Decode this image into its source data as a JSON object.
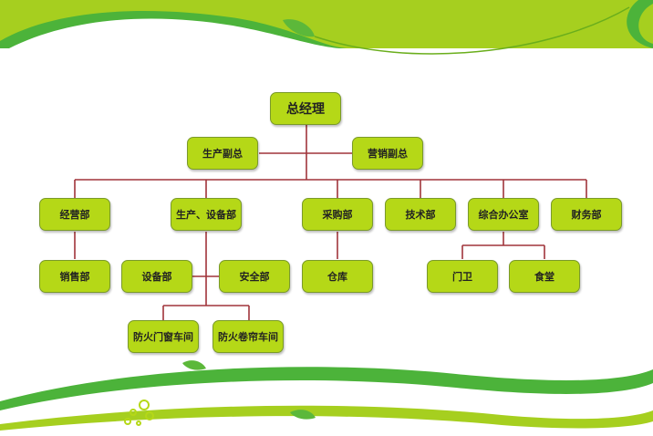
{
  "colors": {
    "box_fill": "#b5d817",
    "line": "#a0343a",
    "header_green": "#a6cf1f",
    "wave_green": "#4cb33a"
  },
  "chart": {
    "ceo": "总经理",
    "vps": [
      "生产副总",
      "营销副总"
    ],
    "departments": [
      "经营部",
      "生产、设备部",
      "采购部",
      "技术部",
      "综合办公室",
      "财务部"
    ],
    "sub": {
      "sales": "销售部",
      "equipment": "设备部",
      "safety": "安全部",
      "warehouse": "仓库",
      "gate": "门卫",
      "canteen": "食堂",
      "workshop1": "防火门窗车间",
      "workshop2": "防火卷帘车间"
    }
  }
}
